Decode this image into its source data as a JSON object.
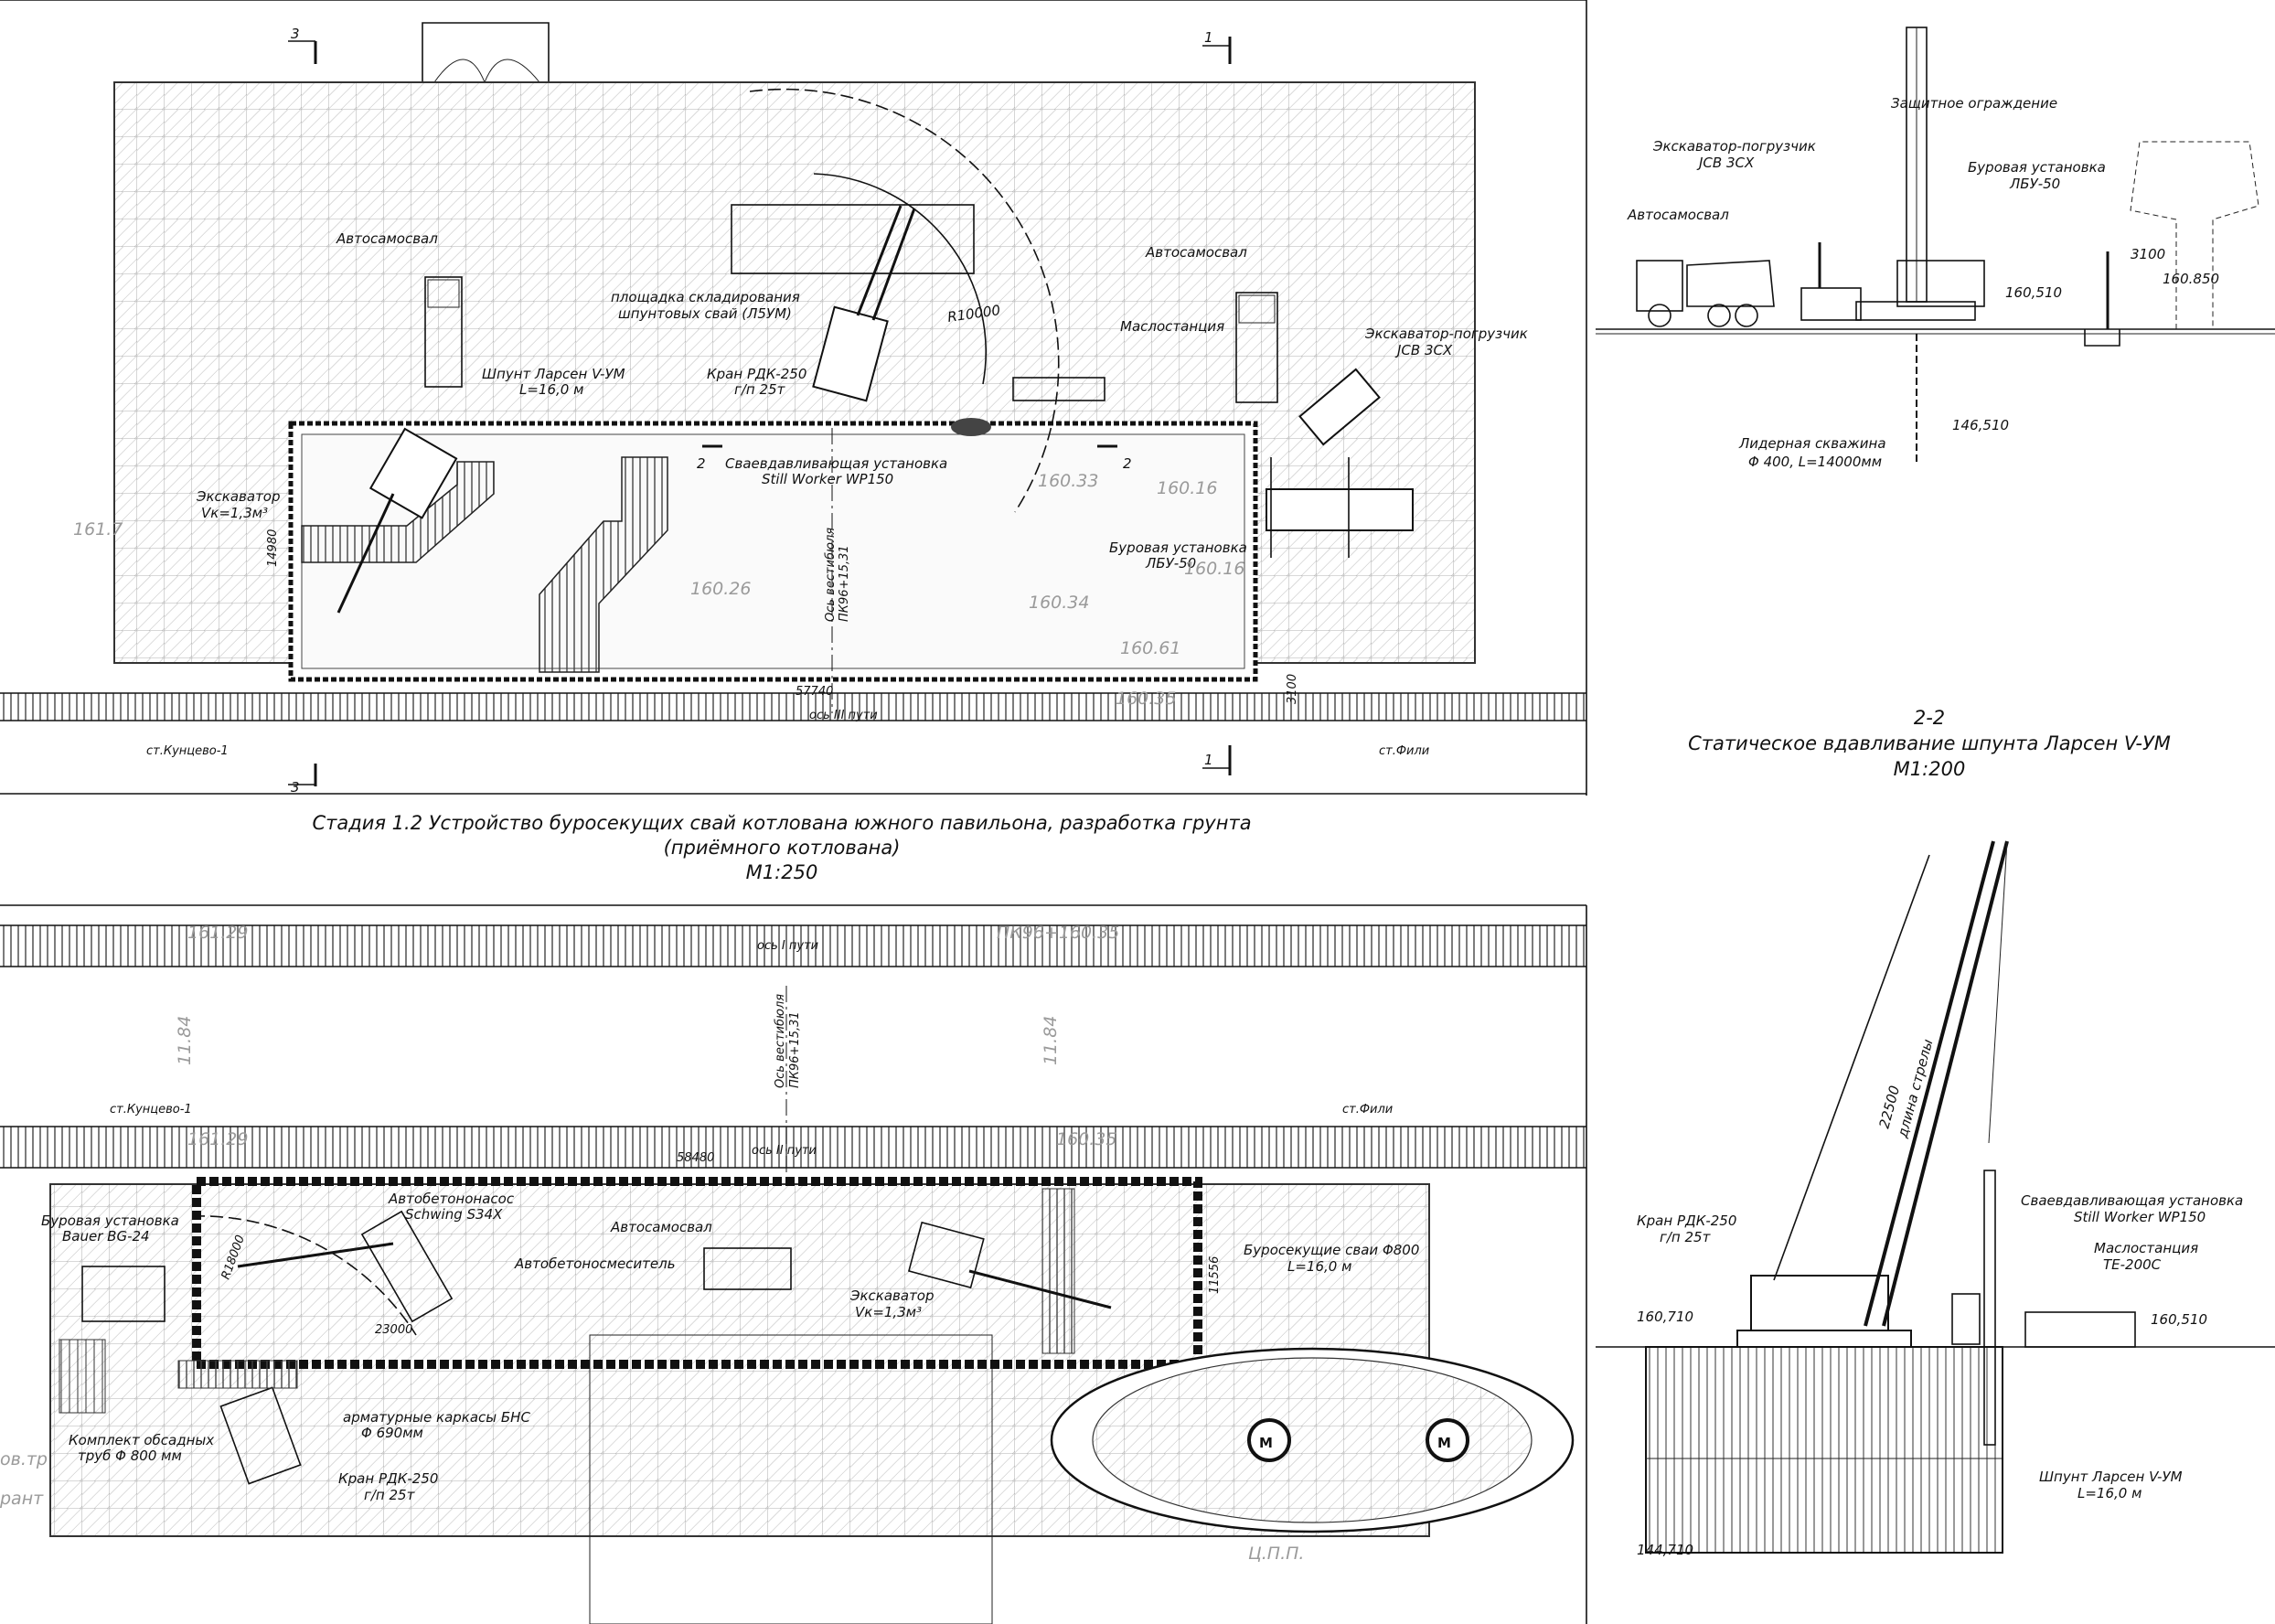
{
  "stage1": {
    "labels": {
      "dump_truck_left": "Автосамосвал",
      "dump_truck_right": "Автосамосвал",
      "storage_area_1": "площадка складирования",
      "storage_area_2": "шпунтовых свай (Л5УМ)",
      "sheet_pile_1": "Шпунт Ларсен V-УМ",
      "sheet_pile_2": "L=16,0 м",
      "crane_1": "Кран РДК-250",
      "crane_2": "г/п 25т",
      "radius": "R10000",
      "oil_station": "Маслостанция",
      "loader_1": "Экскаватор-погрузчик",
      "loader_2": "JCB 3CX",
      "excavator_1": "Экскаватор",
      "excavator_2": "Vк=1,3м³",
      "press_rig_1": "Сваевдавливающая установка",
      "press_rig_2": "Still Worker WP150",
      "drill_rig_1": "Буровая установка",
      "drill_rig_2": "ЛБУ-50",
      "axis_vestibule_1": "Ось вестибюля",
      "axis_vestibule_2": "ПК96+15,31",
      "dim_width": "14980",
      "dim_length": "57740",
      "dim_3100": "3100",
      "track_axis": "ось III пути",
      "station_left": "ст.Кунцево-1",
      "station_right": "ст.Фили",
      "section_1a": "1",
      "section_1b": "1",
      "section_2a": "2",
      "section_2b": "2",
      "section_3a": "3",
      "section_3b": "3",
      "elev_1": "161.7",
      "elev_2": "160.16",
      "elev_3": "160.34",
      "elev_4": "160.61",
      "elev_5": "160.26",
      "elev_6": "160.16",
      "elev_7": "160.33",
      "elev_8": "160.35"
    },
    "title_1": "Стадия 1.2 Устройство буросекущих свай котлована южного павильона, разработка грунта",
    "title_2": "(приёмного котлована)",
    "title_3": "М1:250"
  },
  "section_a": {
    "loader_1": "Экскаватор-погрузчик",
    "loader_2": "JCB 3CX",
    "fence": "Защитное ограждение",
    "dump_truck": "Автосамосвал",
    "drill_rig_1": "Буровая установка",
    "drill_rig_2": "ЛБУ-50",
    "elev_1": "160,510",
    "elev_2": "160.850",
    "elev_3": "146,510",
    "dim_3100": "3100",
    "pilot_well_1": "Лидерная скважина",
    "pilot_well_2": "Φ 400, L=14000мм"
  },
  "section_2": {
    "number": "2-2",
    "title": "Статическое вдавливание шпунта Ларсен V-УМ",
    "scale": "М1:200"
  },
  "stage2": {
    "labels": {
      "elev_top_left": "161.29",
      "pk_top": "ПК96+160.35",
      "axis_track1": "ось I пути",
      "axis_vestibule_1": "Ось вестибюля",
      "axis_vestibule_2": "ПК96+15,31",
      "dim_1184_a": "11.84",
      "dim_1184_b": "11.84",
      "station_left": "ст.Кунцево-1",
      "station_right": "ст.Фили",
      "elev_mid_left": "161.29",
      "elev_mid_right": "160.35",
      "dim_58480": "58480",
      "axis_track2": "ось II пути",
      "drill_rig_1": "Буровая установка",
      "drill_rig_2": "Bauer BG-24",
      "pump_1": "Автобетононасос",
      "pump_2": "Schwing S34X",
      "mixer": "Автобетоносмеситель",
      "dump_truck": "Автосамосвал",
      "excavator_1": "Экскаватор",
      "excavator_2": "Vк=1,3м³",
      "piles_1": "Буросекущие сваи Φ800",
      "piles_2": "L=16,0 м",
      "dim_11556": "11556",
      "dim_23000": "23000",
      "radius": "R18000",
      "rebar_1": "арматурные каркасы БНС",
      "rebar_2": "Φ 690мм",
      "casing_1": "Комплект обсадных",
      "casing_2": "труб Φ 800 мм",
      "crane_1": "Кран РДК-250",
      "crane_2": "г/п 25т",
      "metro_1": "M",
      "metro_2": "M",
      "cut_left": "ов.тр",
      "cut_left2": "рант",
      "cpp": "Ц.П.П."
    }
  },
  "section_b": {
    "crane_1": "Кран РДК-250",
    "crane_2": "г/п 25т",
    "boom_1": "22500",
    "boom_2": "длина стрелы",
    "press_1": "Сваевдавливающая установка",
    "press_2": "Still Worker WP150",
    "oil_1": "Маслостанция",
    "oil_2": "ТЕ-200С",
    "elev_1": "160,710",
    "elev_2": "160,510",
    "elev_3": "144,710",
    "pile_1": "Шпунт Ларсен V-УМ",
    "pile_2": "L=16,0 м"
  }
}
